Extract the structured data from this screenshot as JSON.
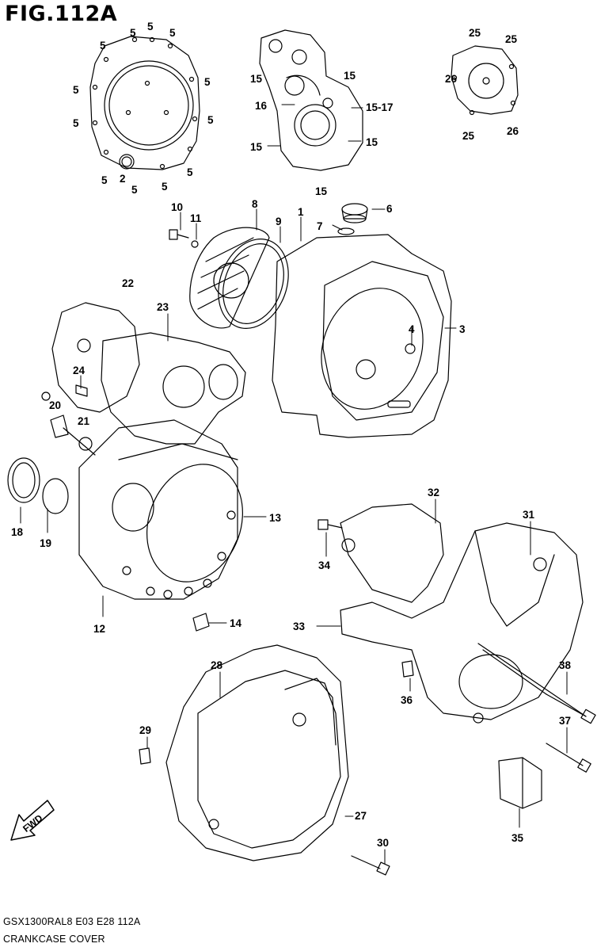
{
  "figure": {
    "title": "FIG.112A",
    "footer_code": "GSX1300RAL8  E03  E28  112A",
    "footer_name": "CRANKCASE COVER",
    "fwd_label": "FWD"
  },
  "callouts": {
    "c1": "1",
    "c2": "2",
    "c3": "3",
    "c4": "4",
    "c5": "5",
    "c6": "6",
    "c7": "7",
    "c8": "8",
    "c9": "9",
    "c10": "10",
    "c11": "11",
    "c12": "12",
    "c13": "13",
    "c14": "14",
    "c15": "15",
    "c15_17": "15-17",
    "c16": "16",
    "c18": "18",
    "c19": "19",
    "c20": "20",
    "c21": "21",
    "c22": "22",
    "c23": "23",
    "c24": "24",
    "c25": "25",
    "c26": "26",
    "c27": "27",
    "c28": "28",
    "c29": "29",
    "c30": "30",
    "c31": "31",
    "c32": "32",
    "c33": "33",
    "c34": "34",
    "c35": "35",
    "c36": "36",
    "c37": "37",
    "c38": "38"
  }
}
